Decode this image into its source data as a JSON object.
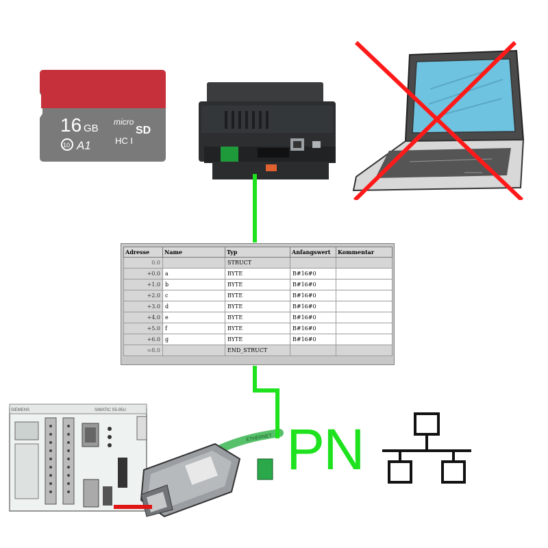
{
  "sdcard": {
    "capacity": "16",
    "unit": "GB",
    "brand_line1": "micro",
    "brand_line2": "SD",
    "brand_line3": "HC I",
    "speed_class": "10",
    "app_class": "A1"
  },
  "table": {
    "headers": [
      "Adresse",
      "Name",
      "Typ",
      "Anfangswert",
      "Kommentar"
    ],
    "rows": [
      {
        "addr": "0.0",
        "name": "",
        "type": "STRUCT",
        "init": "",
        "comment": ""
      },
      {
        "addr": "+0.0",
        "name": "a",
        "type": "BYTE",
        "init": "B#16#0",
        "comment": ""
      },
      {
        "addr": "+1.0",
        "name": "b",
        "type": "BYTE",
        "init": "B#16#0",
        "comment": ""
      },
      {
        "addr": "+2.0",
        "name": "c",
        "type": "BYTE",
        "init": "B#16#0",
        "comment": ""
      },
      {
        "addr": "+3.0",
        "name": "d",
        "type": "BYTE",
        "init": "B#16#0",
        "comment": ""
      },
      {
        "addr": "+4.0",
        "name": "e",
        "type": "BYTE",
        "init": "B#16#0",
        "comment": ""
      },
      {
        "addr": "+5.0",
        "name": "f",
        "type": "BYTE",
        "init": "B#16#0",
        "comment": ""
      },
      {
        "addr": "+6.0",
        "name": "g",
        "type": "BYTE",
        "init": "B#16#0",
        "comment": ""
      },
      {
        "addr": "=8.0",
        "name": "",
        "type": "END_STRUCT",
        "init": "",
        "comment": ""
      }
    ]
  },
  "plc": {
    "brand": "SIEMENS",
    "model": "SIMATIC S5-95U"
  },
  "adapter": {
    "cable_text": "ETHERNET"
  },
  "pn_label": "PN",
  "colors": {
    "link_green": "#1de21d",
    "cross_red": "#ff1a1a",
    "plc_link_red": "#e01515"
  }
}
